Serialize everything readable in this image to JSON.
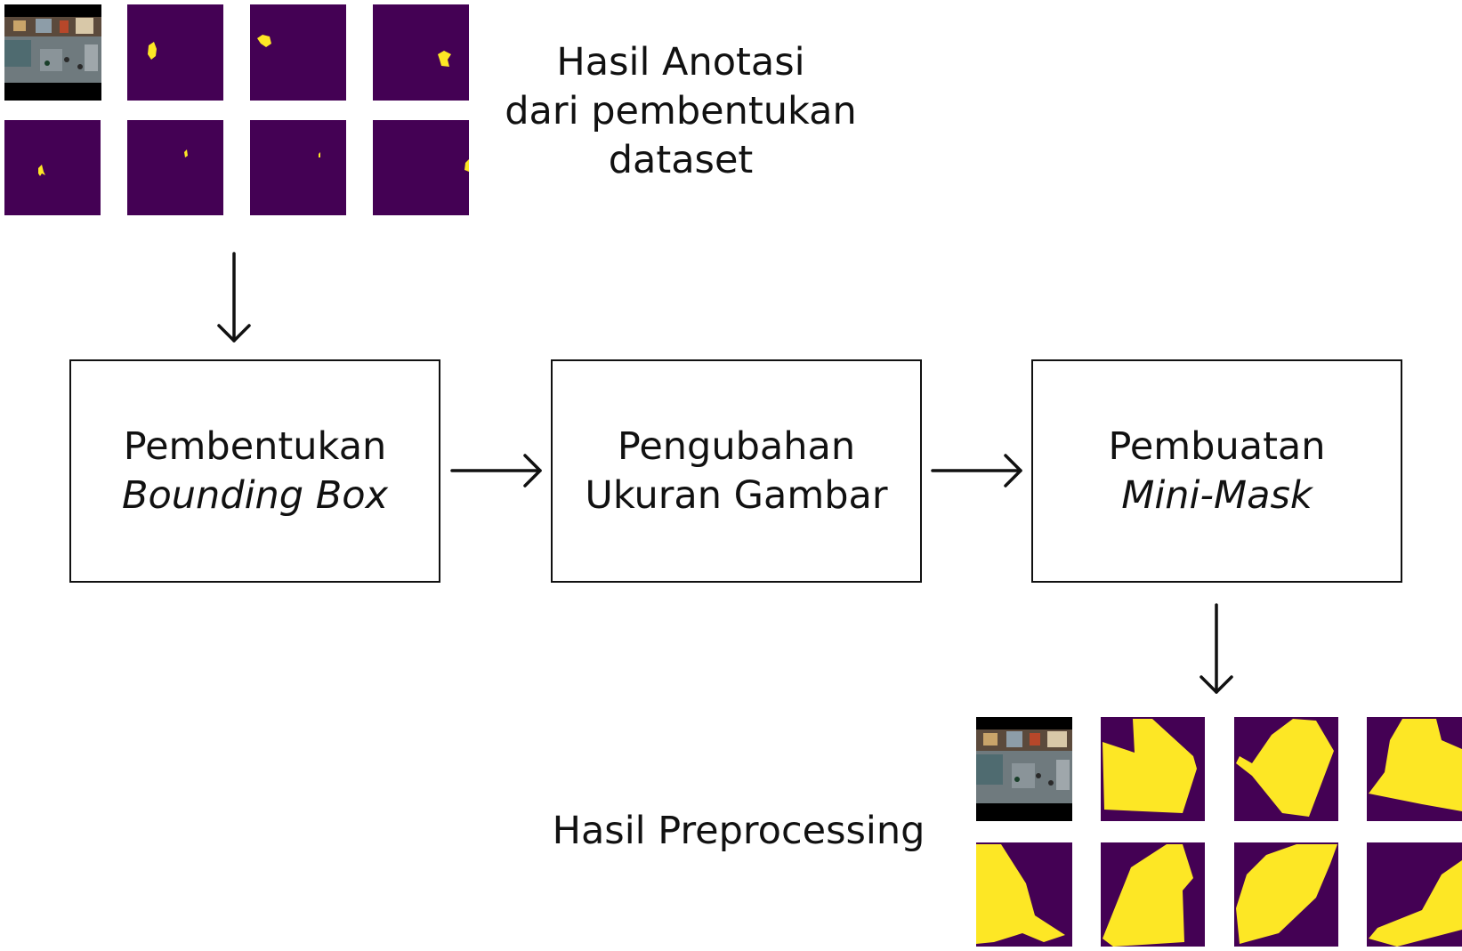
{
  "annotation_caption": [
    "Hasil Anotasi",
    "dari pembentukan",
    "dataset"
  ],
  "steps": [
    {
      "line1": "Pembentukan",
      "line2": "Bounding Box",
      "line2_italic": true
    },
    {
      "line1": "Pengubahan",
      "line2": "Ukuran Gambar",
      "line2_italic": false
    },
    {
      "line1": "Pembuatan",
      "line2": "Mini-Mask",
      "line2_italic": true
    }
  ],
  "preprocessing_caption": "Hasil Preprocessing",
  "colors": {
    "mask_background": "#440154",
    "mask_foreground": "#fde725",
    "outline": "#111111"
  }
}
